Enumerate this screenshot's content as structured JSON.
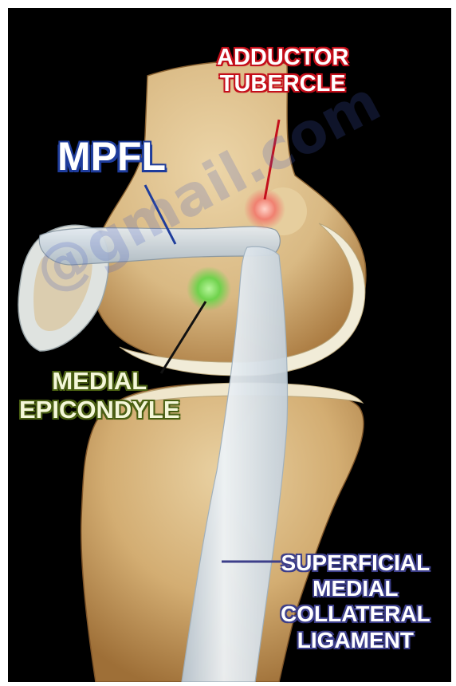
{
  "labels": {
    "adductor_tubercle": [
      "ADDUCTOR",
      "TUBERCLE"
    ],
    "mpfl": "MPFL",
    "medial_epicondyle": [
      "MEDIAL",
      "EPICONDYLE"
    ],
    "superficial_mcl": [
      "SUPERFICIAL",
      "MEDIAL",
      "COLLATERAL",
      "LIGAMENT"
    ]
  },
  "watermark": "@gmail.com",
  "colors": {
    "background": "#000000",
    "bone": "#e2c79a",
    "bone_shadow": "#a9793f",
    "cartilage": "#f1ecd8",
    "ligament": "#dce6ee",
    "adductor_marker": "#f08070",
    "epicondyle_marker": "#6fd24c",
    "adductor_leader": "#c4101c",
    "mpfl_leader": "#1f3d9c",
    "epicondyle_leader": "#111111",
    "smcl_leader": "#3d3f8a"
  }
}
